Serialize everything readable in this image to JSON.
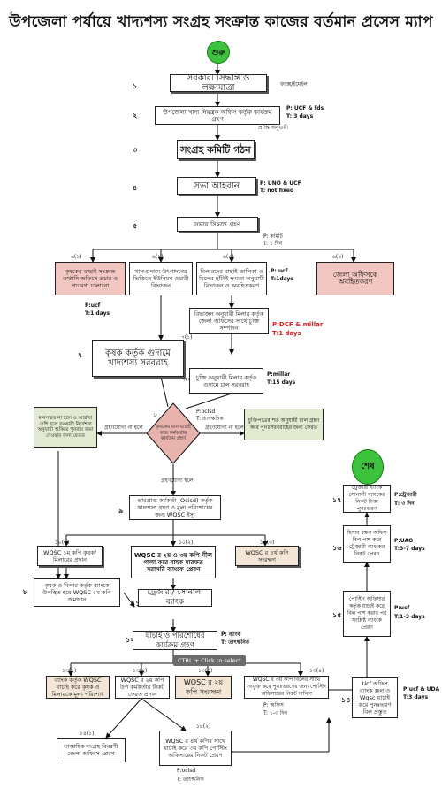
{
  "title": "উপজেলা পর্যায়ে খাদ্যশস্য সংগ্রহ সংক্রান্ত কাজের বর্তমান প্রসেস ম্যাপ",
  "start": "শুরু",
  "end": "শেষ",
  "tooltip": "CTRL + Click to select",
  "steps": {
    "s1": "১",
    "s2": "২",
    "s3": "৩",
    "s4": "৪",
    "s5": "৫",
    "s6_1": "৬(১)",
    "s6_2": "৬(২)",
    "s6_3": "৬(৩)",
    "s6_4": "৬(৪)",
    "s7": "৭",
    "s7_1": "৭(১)",
    "s7_2": "৭(২)",
    "s8": "৮",
    "s9": "৯",
    "s10_1": "১০(১)",
    "s10_2": "১০(২)",
    "s10_3": "১০(৩)",
    "s11": "১১",
    "s12": "১২",
    "s13_1": "১৩(১)",
    "s13_2": "১৩(২)",
    "s13_3": "১৩(৩)",
    "s13_4": "১৩(৪)",
    "s14": "১৪",
    "s14_1": "১৪(১)",
    "s14_2": "১৪(২)",
    "s15": "১৫",
    "s16": "১৬",
    "s17": "১৭"
  },
  "nodes": {
    "n1": "সরকারী সিদ্ধান্ত ও লক্ষ্যমাত্রা",
    "n2": "উপজেলা খাদ্য নিয়ন্ত্রক অফিস কর্তৃক কার্যক্রম গ্রহণ",
    "n3": "সংগ্রহ কমিটি গঠন",
    "n4": "সভা আহবান",
    "n5": "সভায় সিদ্ধান্ত গ্রহণ",
    "n6_1": "কৃষকের বাছাই সংক্রান্ত তথ্যাদি অফিসে প্রচার ও প্রচারণা চালানো",
    "n6_2": "খাদ্যগুদামে উৎপাদনের ভিত্তিতে ইউনিয়ন ওয়ারী বিভাজন",
    "n6_3": "মিলারদের বাছাই তালিকা ও মিলের ছাঁটাই ক্ষমতা অনুযায়ী বিভাজন ও অবহিতকরণ",
    "n6_4": "জেলা অফিসকে অবহিতকরণ",
    "n7_1": "বিভাজন অনুযায়ী মিলার কর্তৃক জেলা অফিসের সাথে চুক্তি সম্পাদন",
    "n7": "কৃষক কর্তৃক গুদামে খাদ্যশস্য সরবরাহ",
    "n7_2": "চুক্তি অনুযায়ী মিলার কর্তৃক গুদামে চাল সরবরাহ",
    "n8_left": "মানসম্মত না হলে ও আর্দ্রতা বেশি হলে সরকারী নির্দেশনা অনুযায়ী শুকিয়ে পুনরায় জমা দেওয়ার জন্য ফেরত",
    "n8_diamond": "কৃষকের মান যাচাই করে কর্মকর্তার কার্যক্রম গ্রহণ",
    "n8_right": "চুক্তিপত্রের শর্ত অনুযায়ী চাল গ্রহণ করে পুনঃসরবরাহের জন্য ফেরত",
    "n9": "ভারপ্রাপ্ত কর্মকর্তা (Ocisd) কর্তৃক খাদ্যশস্য গ্রহণ ও মূল্য পরিশোধের জন্য WQSC ইস্যু",
    "n10_1": "WQSC ১ম কপি কৃষক/মিলারের প্রদান",
    "n10_2": "WQSC র ২য় ও ৩য় কপি সীল গালা করে বাহক মারফত সরাসরি ব্যাংকে প্রেরণ",
    "n10_3": "WQSC র ৪র্থ কপি সংরক্ষণ",
    "n_bank": "ট্রেজারী/ সোনালী ব্যাংক",
    "n8_b": "কৃষক ও মিলার কর্তৃক ব্যাংকে উপস্থিত হয়ে WQSC ১ম কপি জমাদান",
    "n12": "যাচাই ও পরিশোধের কার্যক্রম গ্রহণ",
    "n13_1": "ব্যাংক কর্তৃক WQSC যাচাই করে কৃষক ও মিলারকে মূল্য পরিশোধ",
    "n13_2": "WQSC র ২য় কপি উপ কর্মকর্তার নিকট ফেরত প্রদান",
    "n13_3": "WQSC র ২য় কপি সংরক্ষণ",
    "n13_4": "WQSC র ৩য় কপি বিলের সাথে সংযুক্ত করে পুনঃভরণের জন্য পোস্টিং অফিসারের নিকট দাখিল",
    "n14_1": "সাপ্তাহিক সংগ্রহ বিবরণী জেলা অফিসে প্রেরণ",
    "n14_2": "WQSC র ৪র্থ কপির সাথে যাচাই করে ৩য় কপি পোস্টিং অফিসারের নিকট প্রেরণ",
    "n14": "Ucf অফিস ব্যাংক স্ক্রল ও Wqsc যাচাই করে পুনঃভরণ বিল প্রস্তুত",
    "n15": "পোস্টিং অফিসার কর্তৃক যাচাই করে বিল পাশ করার পর সংশ্লিষ্ট ব্যাংকে প্রেরণ",
    "n16": "হিসাব রক্ষণ অফিস বিল পাশ করে ট্রেজারী ব্যাংকের নিকট প্রেরণ",
    "n17": "ট্রেজারী ব্যাংক সোনালী ব্যাংকের নিকট টাকা পুনঃভরণ"
  },
  "labels": {
    "fax": "ফ্যাক্স/ইমেইল",
    "p2": "P: UCF & fds",
    "t2": "T: 3 days",
    "after_receive": "প্রাপ্তি অনুযায়ী",
    "p4": "P: UNO & UCF",
    "t4": "T: not fixed",
    "p5": "P: কমিটি",
    "t5": "T: ১ দিন",
    "p6_1": "P:ucf",
    "t6_1": "T:1 days",
    "p6_3": "P: ucf",
    "t6_3": "T:1days",
    "p7_1": "P:DCF & millar",
    "t7_1": "T:1 days",
    "p7_2": "P:millar",
    "t7_2": "T:15 days",
    "p8": "P:oclsd",
    "t8": "T: তাৎক্ষনিক",
    "no_left": "গ্রহণযোগ্য না হলে",
    "no_right": "গ্রহণযোগ্য না হলে",
    "yes": "গ্রহণযোগ্য হলে",
    "p12": "P: ব্যাংক",
    "t12": "T: তাৎক্ষনিক",
    "p13_4": "P: অফিস",
    "t13_4": "T: ১-৩ দিন",
    "p14": "P:ucf & UDA",
    "t14": "T:3 days",
    "p14_2": "P:oclsd",
    "t14_2": "T: তাৎক্ষনিক",
    "p15": "P:ucf",
    "t15": "T:1-3 days",
    "p16": "P:UAO",
    "t16": "T:3-7 days",
    "p17": "P:ট্রেজারী",
    "t17": "T: ৩ দিন"
  }
}
